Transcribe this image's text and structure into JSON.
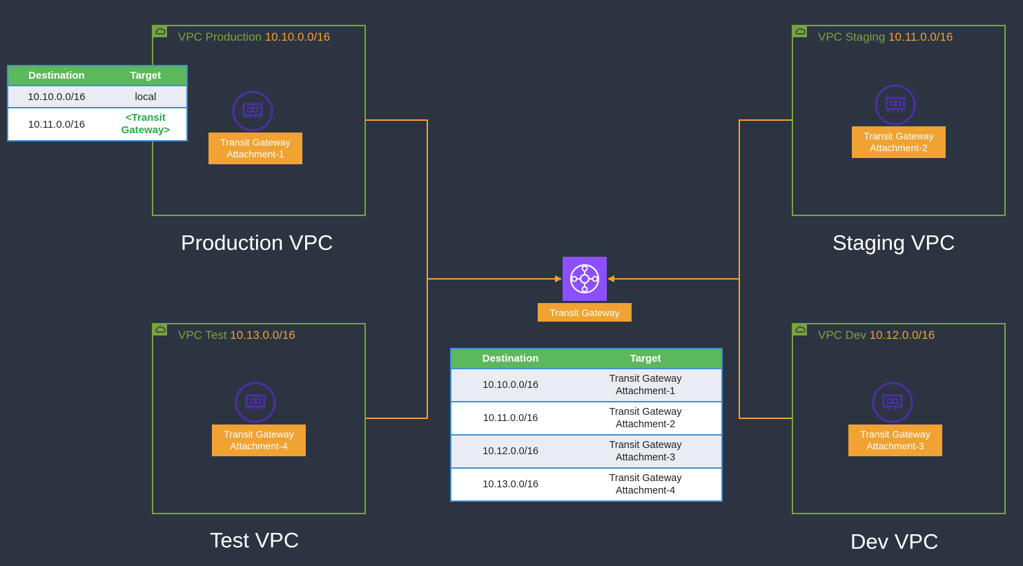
{
  "vpcs": {
    "production": {
      "name": "VPC Production",
      "cidr": "10.10.0.0/16",
      "attachment_line1": "Transit Gateway",
      "attachment_line2": "Attachment-1",
      "label": "Production VPC"
    },
    "staging": {
      "name": "VPC Staging",
      "cidr": "10.11.0.0/16",
      "attachment_line1": "Transit Gateway",
      "attachment_line2": "Attachment-2",
      "label": "Staging VPC"
    },
    "test": {
      "name": "VPC Test",
      "cidr": "10.13.0.0/16",
      "attachment_line1": "Transit Gateway",
      "attachment_line2": "Attachment-4",
      "label": "Test VPC"
    },
    "dev": {
      "name": "VPC Dev",
      "cidr": "10.12.0.0/16",
      "attachment_line1": "Transit Gateway",
      "attachment_line2": "Attachment-3",
      "label": "Dev VPC"
    }
  },
  "transit_gateway": {
    "label": "Transit Gateway"
  },
  "vpc_route_table": {
    "headers": [
      "Destination",
      "Target"
    ],
    "rows": [
      {
        "destination": "10.10.0.0/16",
        "target": "local"
      },
      {
        "destination": "10.11.0.0/16",
        "target_line1": "<Transit",
        "target_line2": "Gateway>"
      }
    ]
  },
  "tgw_route_table": {
    "headers": [
      "Destination",
      "Target"
    ],
    "rows": [
      {
        "destination": "10.10.0.0/16",
        "target_line1": "Transit Gateway",
        "target_line2": "Attachment-1"
      },
      {
        "destination": "10.11.0.0/16",
        "target_line1": "Transit Gateway",
        "target_line2": "Attachment-2"
      },
      {
        "destination": "10.12.0.0/16",
        "target_line1": "Transit Gateway",
        "target_line2": "Attachment-3"
      },
      {
        "destination": "10.13.0.0/16",
        "target_line1": "Transit Gateway",
        "target_line2": "Attachment-4"
      }
    ]
  },
  "colors": {
    "background": "#2c3441",
    "vpc_border": "#7aa340",
    "cidr": "#f0a232",
    "attachment": "#f0a232",
    "tgw_icon": "#8c4fff",
    "table_header": "#5cb85c",
    "connector": "#f0a232"
  },
  "icons": {
    "vpc": "vpc-cloud-icon",
    "attachment": "network-interface-icon",
    "tgw": "transit-gateway-icon"
  }
}
